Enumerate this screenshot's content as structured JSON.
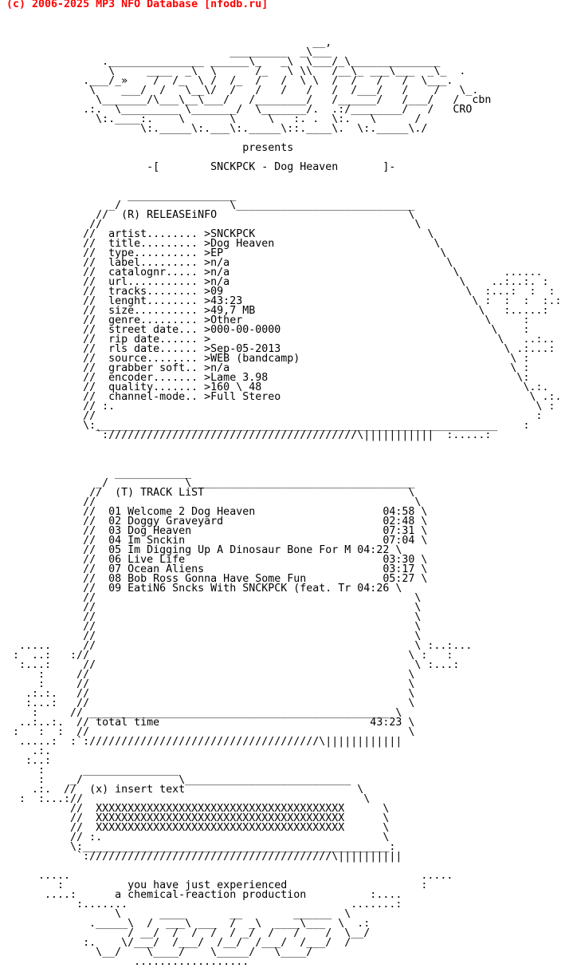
{
  "header": {
    "copyright": "(c) 2006-2025 MP3 NFO Database [nfodb.ru]",
    "color": "#ff0000"
  },
  "nfo_lines": [
    "",
    "",
    "",
    "                                                __,",
    "                                   _________  _\\___",
    "               ._______________ ______\\_   _\\  \\___/_\\______________",
    "                \\     ____  _\\  \\      /_   \\ \\\\   /__\\_ ___\\___  _\\_  .",
    "            .___/_»    /  /_  \\ /  /_  /   /  \\ \\  /  /   /   /  \\___.",
    "             \\    ___/  /   \\__\\/  /   /   /   /   /  /___/   /    /   \\_.",
    "              \\_______/\\___\\__\\___/   /________/   /______/   /___/   /  cbn",
    "            .:.  \\_________ \\_______/  \\_______/.  .:/________/   /   CRO",
    "              \\:.____:.    \\       \\     \\   :. .  \\:.   \\      /",
    "                     \\:._____\\:.___\\:._____\\::.____\\.  \\:._____\\./",
    "",
    "                                     presents",
    "",
    "                      -[        SNCKPCK - Dog Heaven       ]-",
    "",
    "",
    "                   _________________",
    "                _/                 \\____________________________",
    "              //  (R) RELEASEiNFO                              \\",
    "             //                                                 \\",
    "            //  artist........ >SNCKPCK                           \\",
    "            //  title......... >Dog Heaven                         \\",
    "            //  type.......... >EP                                  \\",
    "            //  label......... >n/a                                  \\",
    "            //  catalognr..... >n/a                                   \\       ......",
    "            //  url........... >n/a                                    \\    ..:..:. :",
    "            //  tracks........ >09                                      \\  :...:  :  :",
    "            //  lenght........ >43:23                                    \\ :  :  :  :.:",
    "            //  size.......... >49,7 MB                                   \\   :.....:",
    "            //  genre......... >Other                                      \\     :",
    "            //  street date... >000-00-0000                                 \\    :",
    "            //  rip date...... >                                             \\   ..:..",
    "            //  rls date...... >Sep-05-2013                                   \\ .:...:",
    "            //  source........ >WEB (bandcamp)                                 \\ :",
    "            //  grabber soft.. >n/a                                            \\ :",
    "            //  encoder....... >Lame 3.98                                       \\:",
    "            //  quality....... >160 \\ 48                                         \\.:.",
    "            //  channel-mode.. >Full Stereo                                       \\ .:.",
    "            // :.                                                                  \\ :",
    "            //                                                                     :",
    "            \\:_______________________________________________________________    :",
    "              `:///////////////////////////////////////\\|||||||||||  :.....:",
    "",
    "",
    "",
    "                 ____________",
    "              _/            \\___________________________________",
    "             //  (T) TRACK LiST                                \\",
    "            //                                                  \\",
    "            //  01 Welcome 2 Dog Heaven                    04:58 \\",
    "            //  02 Doggy Graveyard                         02:48 \\",
    "            //  03 Dog Heaven                              07:31 \\",
    "            //  04 Im Snckin                               07:04 \\",
    "            //  05 Im Digging Up A Dinosaur Bone For M 04:22 \\",
    "            //  06 Live Life                               03:30 \\",
    "            //  07 Ocean Aliens                            03:17 \\",
    "            //  08 Bob Ross Gonna Have Some Fun            05:27 \\",
    "            //  09 EatiN6 Sncks With SNCKPCK (feat. Tr 04:26 \\",
    "            //                                                  \\",
    "            //                                                  \\",
    "            //                                                  \\",
    "            //                                                  \\",
    "            //                                                  \\",
    "  .....     //                                                  \\ :..:...",
    " :  ..:   ://                                                  \\ :   :",
    "  :...:     //                                                  \\ :...:",
    "     :     //                                                  \\",
    "     :     //                                                  \\",
    "   .:.:.   //                                                  \\",
    "   :...:   //                                                  \\",
    "    :     // _______________________________________________ \\",
    "  ..:..:.  // total time                                 43:23 \\",
    " :   :  :  //                                                  \\",
    "  .....:  :`:////////////////////////////////////\\||||||||||||",
    "    .:.",
    "   :..:",
    "     :      _______________",
    "     :    _/               \\__________________________",
    "    .:.  //  (x) insert text                           \\",
    "  :  :...://                                            \\",
    "          //  XXXXXXXXXXXXXXXXXXXXXXXXXXXXXXXXXXXXXXX      \\",
    "          //  XXXXXXXXXXXXXXXXXXXXXXXXXXXXXXXXXXXXXXX      \\",
    "          //  XXXXXXXXXXXXXXXXXXXXXXXXXXXXXXXXXXXXXXX      \\",
    "          // :.                                            \\",
    "          \\:________________________________________________:",
    "           `://////////////////////////////////////\\||||||||||",
    "",
    "     .....                                                       .....",
    "        :          you have just experienced                     :",
    "      ....:      a chemical-reaction production          :....",
    "           :.......                                   .......:",
    "                 \\      ____       __        ______  \\",
    "             ._____\\  /  ___\\ ___  /  _\\  ____\\___  \\  .:",
    "                   / __/  /  /  /  / _/  /   /    /  \\__/",
    "            :.    \\/___/  /___/  /__/  /___/  /___/  /",
    "              \\__/    \\____/    \\_____/   \\____/",
    "                    .................."
  ]
}
